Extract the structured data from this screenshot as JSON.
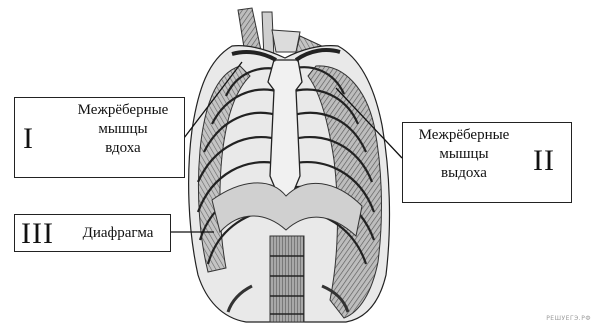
{
  "labels": [
    {
      "numeral": "I",
      "lines": [
        "Межрёберные",
        "мышцы",
        "вдоха"
      ]
    },
    {
      "numeral": "II",
      "lines": [
        "Межрёберные",
        "мышцы",
        "выдоха"
      ]
    },
    {
      "numeral": "III",
      "lines": [
        "Диафрагма"
      ]
    }
  ],
  "watermark": "РЕШУЕГЭ.РФ",
  "colors": {
    "ink": "#111111",
    "bone": "#d9d9d9",
    "muscle": "#8a8a8a",
    "background": "#ffffff"
  }
}
